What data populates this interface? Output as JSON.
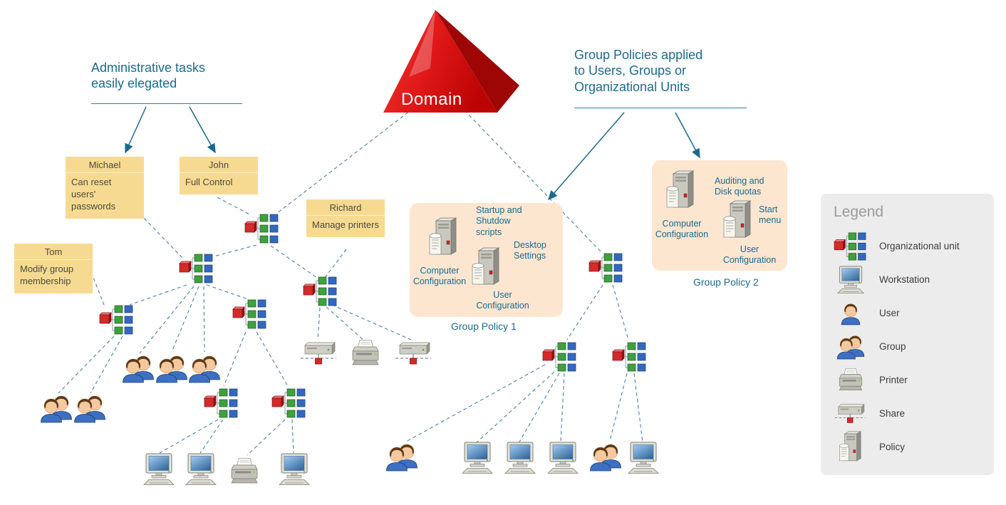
{
  "domain": {
    "label": "Domain"
  },
  "annotations": {
    "admin": {
      "line1": "Administrative tasks",
      "line2": "easily elegated"
    },
    "group_policies": {
      "line1": "Group Policies applied",
      "line2": "to Users, Groups or",
      "line3": "Organizational Units"
    }
  },
  "notes": {
    "michael": {
      "title": "Michael",
      "body": "Can reset users' passwords"
    },
    "john": {
      "title": "John",
      "body": "Full Control"
    },
    "tom": {
      "title": "Tom",
      "body": "Modify group membership"
    },
    "richard": {
      "title": "Richard",
      "body": "Manage printers"
    }
  },
  "group_policy_1": {
    "caption": "Group Policy 1",
    "startup_scripts": "Startup and Shutdow scripts",
    "desktop_settings": "Desktop Settings",
    "computer_configuration": "Computer Configuration",
    "user_configuration": "User Configuration"
  },
  "group_policy_2": {
    "caption": "Group Policy 2",
    "auditing": "Auditing and Disk quotas",
    "start_menu": "Start menu",
    "computer_configuration": "Computer Configuration",
    "user_configuration": "User Configuration"
  },
  "legend": {
    "title": "Legend",
    "items": [
      {
        "icon": "organizational-unit-icon",
        "label": "Organizational unit"
      },
      {
        "icon": "workstation-icon",
        "label": "Workstation"
      },
      {
        "icon": "user-icon",
        "label": "User"
      },
      {
        "icon": "group-icon",
        "label": "Group"
      },
      {
        "icon": "printer-icon",
        "label": "Printer"
      },
      {
        "icon": "share-icon",
        "label": "Share"
      },
      {
        "icon": "policy-icon",
        "label": "Policy"
      }
    ]
  },
  "colors": {
    "accent_teal": "#1b6a8e",
    "note_yellow": "#f7da92",
    "policy_peach": "#fce6d0",
    "domain_red": "#d40000",
    "connector_blue": "#4d7fa6",
    "legend_gray": "#ececec"
  }
}
